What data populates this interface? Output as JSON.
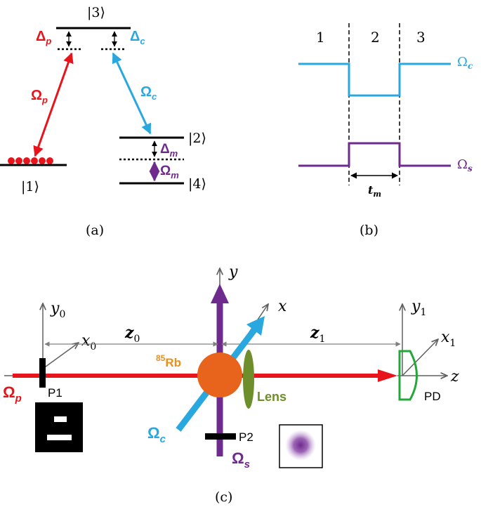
{
  "colors": {
    "probe_red": "#e8141c",
    "control_blue": "#29a8e0",
    "signal_purple": "#6e2a8c",
    "lens_green": "#6e8e2c",
    "pd_green": "#22a838",
    "atom_orange": "#e8641c",
    "rb_label_orange": "#e8901c",
    "black": "#000000",
    "grey_arrow": "#808080"
  },
  "panel_a": {
    "caption": "(a)",
    "level3": "|3⟩",
    "level1": "|1⟩",
    "level2": "|2⟩",
    "level4": "|4⟩",
    "delta_p": "Δ",
    "delta_p_sub": "p",
    "delta_c": "Δ",
    "delta_c_sub": "c",
    "delta_m": "Δ",
    "delta_m_sub": "m",
    "omega_p": "Ω",
    "omega_p_sub": "p",
    "omega_c": "Ω",
    "omega_c_sub": "c",
    "omega_m": "Ω",
    "omega_m_sub": "m"
  },
  "panel_b": {
    "caption": "(b)",
    "region1": "1",
    "region2": "2",
    "region3": "3",
    "omega_c": "Ω",
    "omega_c_sub": "c",
    "omega_s": "Ω",
    "omega_s_sub": "s",
    "tm": "t",
    "tm_sub": "m"
  },
  "panel_c": {
    "caption": "(c)",
    "y_axis": "y",
    "x_axis": "x",
    "z_axis": "z",
    "y0": "y",
    "y0_sub": "0",
    "x0": "x",
    "x0_sub": "0",
    "y1": "y",
    "y1_sub": "1",
    "x1": "x",
    "x1_sub": "1",
    "z0": "z",
    "z0_sub": "0",
    "z1": "z",
    "z1_sub": "1",
    "rb_sup": "85",
    "rb": "Rb",
    "lens": "Lens",
    "p1": "P1",
    "p2": "P2",
    "pd": "PD",
    "omega_p": "Ω",
    "omega_p_sub": "p",
    "omega_c": "Ω",
    "omega_c_sub": "c",
    "omega_s": "Ω",
    "omega_s_sub": "s"
  }
}
